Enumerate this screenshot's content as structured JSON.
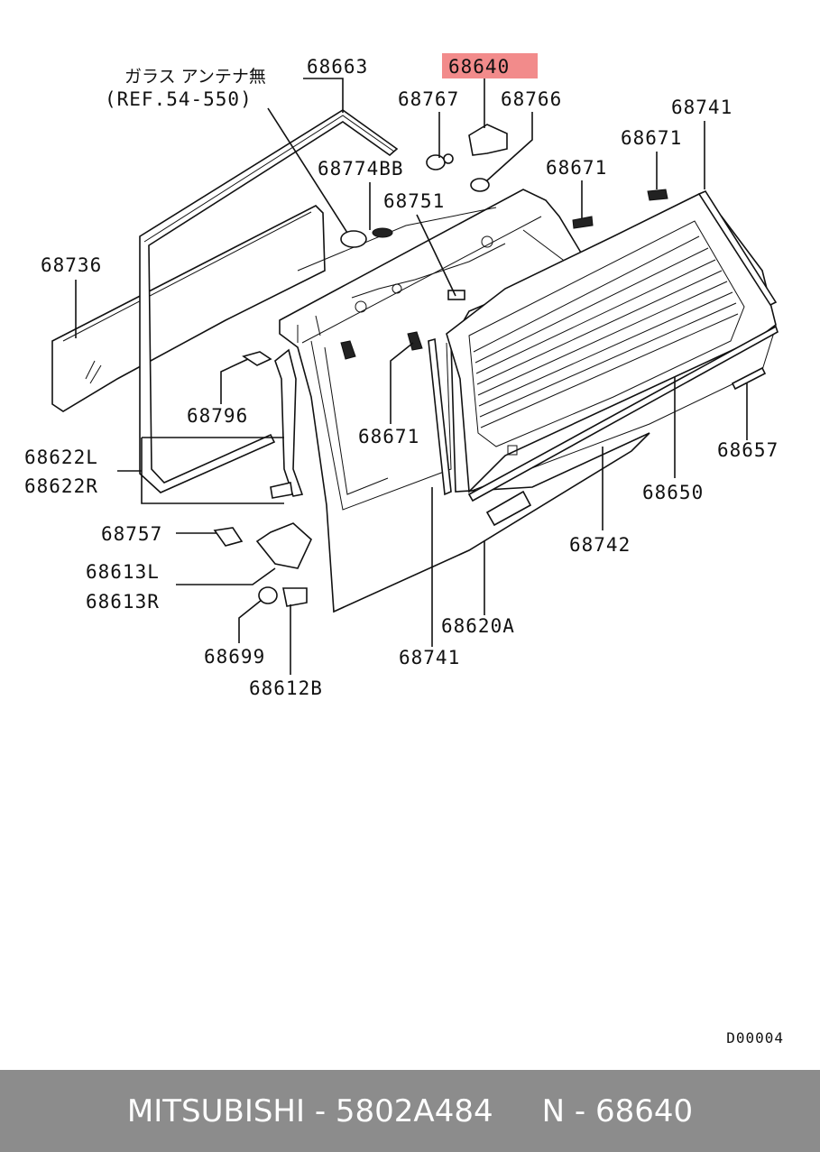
{
  "diagram": {
    "note_line1": "ガラス アンテナ無",
    "note_line2": "(REF.54-550)",
    "highlight_color": "#f28b8b",
    "highlighted_part": "68640",
    "labels": {
      "p68663": "68663",
      "p68640": "68640",
      "p68767": "68767",
      "p68766": "68766",
      "p68741_top": "68741",
      "p68671_a": "68671",
      "p68671_b": "68671",
      "p68774BB": "68774BB",
      "p68751": "68751",
      "p68736": "68736",
      "p68796": "68796",
      "p68671_c": "68671",
      "p68622L": "68622L",
      "p68622R": "68622R",
      "p68657": "68657",
      "p68650": "68650",
      "p68757": "68757",
      "p68613L": "68613L",
      "p68613R": "68613R",
      "p68742": "68742",
      "p68620A": "68620A",
      "p68699": "68699",
      "p68741_bottom": "68741",
      "p68612B": "68612B"
    },
    "code": "D00004"
  },
  "footer": {
    "text": "MITSUBISHI - 5802A484     N - 68640",
    "background": "#8c8c8c"
  }
}
